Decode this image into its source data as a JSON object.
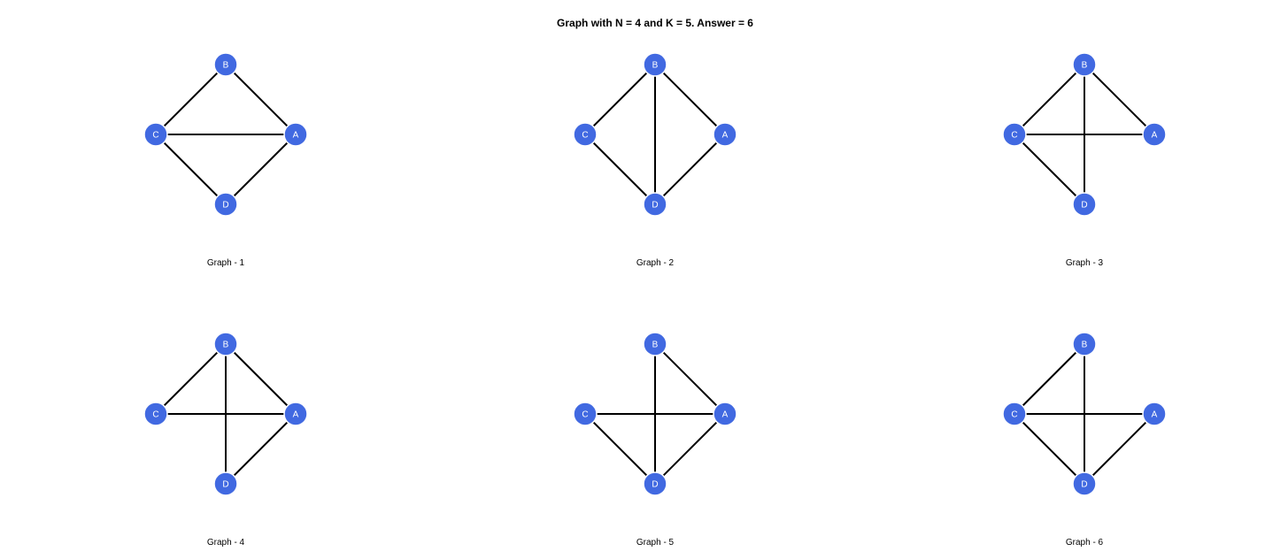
{
  "title": "Graph with N = 4 and K = 5. Answer = 6",
  "colors": {
    "node_fill": "#4169E1",
    "node_stroke": "#ffffff",
    "node_label": "#ffffff",
    "edge": "#000000",
    "background": "#ffffff"
  },
  "nodes": [
    "A",
    "B",
    "C",
    "D"
  ],
  "graphs": [
    {
      "caption": "Graph - 1",
      "edges": [
        [
          "B",
          "A"
        ],
        [
          "B",
          "C"
        ],
        [
          "C",
          "A"
        ],
        [
          "C",
          "D"
        ],
        [
          "D",
          "A"
        ]
      ]
    },
    {
      "caption": "Graph - 2",
      "edges": [
        [
          "B",
          "A"
        ],
        [
          "B",
          "C"
        ],
        [
          "B",
          "D"
        ],
        [
          "C",
          "D"
        ],
        [
          "D",
          "A"
        ]
      ]
    },
    {
      "caption": "Graph - 3",
      "edges": [
        [
          "B",
          "A"
        ],
        [
          "B",
          "C"
        ],
        [
          "B",
          "D"
        ],
        [
          "C",
          "A"
        ],
        [
          "C",
          "D"
        ]
      ]
    },
    {
      "caption": "Graph - 4",
      "edges": [
        [
          "B",
          "A"
        ],
        [
          "B",
          "C"
        ],
        [
          "B",
          "D"
        ],
        [
          "C",
          "A"
        ],
        [
          "D",
          "A"
        ]
      ]
    },
    {
      "caption": "Graph - 5",
      "edges": [
        [
          "B",
          "A"
        ],
        [
          "B",
          "D"
        ],
        [
          "C",
          "A"
        ],
        [
          "C",
          "D"
        ],
        [
          "D",
          "A"
        ]
      ]
    },
    {
      "caption": "Graph - 6",
      "edges": [
        [
          "B",
          "C"
        ],
        [
          "B",
          "D"
        ],
        [
          "C",
          "A"
        ],
        [
          "C",
          "D"
        ],
        [
          "D",
          "A"
        ]
      ]
    }
  ]
}
